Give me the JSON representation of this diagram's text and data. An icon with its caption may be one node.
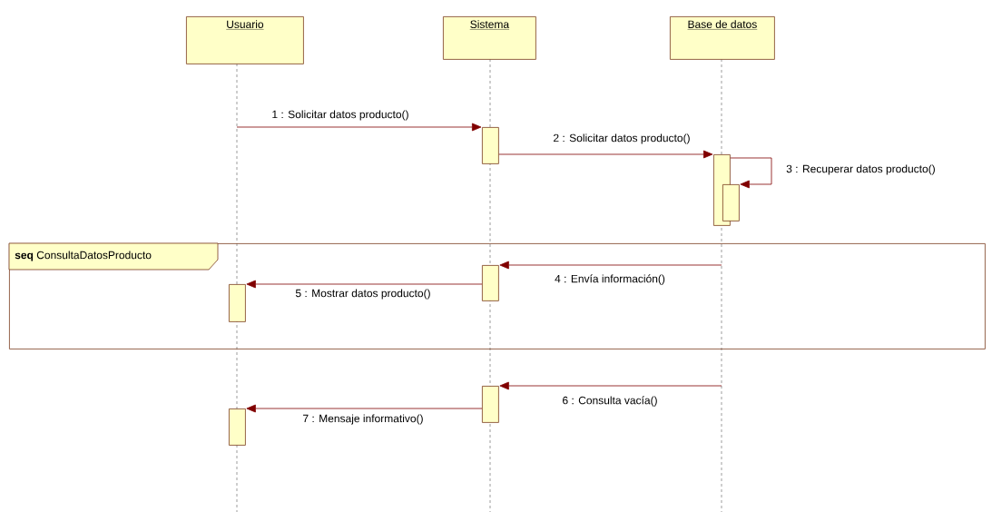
{
  "diagram": {
    "nodes": [
      {
        "text": [
          "Usuario"
        ]
      },
      {
        "text": [
          "Sistema"
        ]
      },
      {
        "text": [
          "Base de datos"
        ]
      },
      {
        "text": [],
        "shape": "bar"
      },
      {
        "text": [],
        "shape": "bar"
      },
      {
        "text": [],
        "shape": "bar"
      },
      {
        "text": [
          "**seq** ConsultaDatosProducto"
        ]
      },
      {
        "text": [],
        "shape": "bar",
        "in": 6
      },
      {
        "text": [],
        "shape": "bar",
        "in": 6
      },
      {
        "text": [],
        "shape": "bar"
      },
      {
        "text": [],
        "shape": "bar"
      }
    ],
    "edges": [
      {
        "from": null,
        "to": 3,
        "arrow": "to",
        "label": "1 : Solicitar datos producto()"
      },
      {
        "from": 3,
        "to": 4,
        "arrow": "to",
        "label": "2 : Solicitar datos producto()"
      },
      {
        "from": 4,
        "to": 5,
        "arrow": "to",
        "label": "3 : Recuperar datos producto()"
      },
      {
        "from": null,
        "to": 7,
        "arrow": "to",
        "label": "4 : Envía información()"
      },
      {
        "from": 7,
        "to": 8,
        "arrow": "to",
        "label": "5 : Mostrar datos producto()"
      },
      {
        "from": null,
        "to": 9,
        "arrow": "to",
        "label": "6 : Consulta vacía()"
      },
      {
        "from": 9,
        "to": 10,
        "arrow": "to",
        "label": "7 : Mensaje informativo()"
      }
    ]
  }
}
